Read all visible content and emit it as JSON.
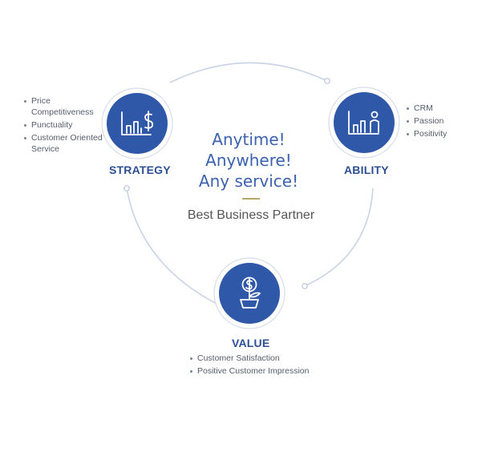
{
  "slogan": {
    "line1": "Anytime!",
    "line2": "Anywhere!",
    "line3": "Any service!"
  },
  "partner": "Best Business Partner",
  "nodes": {
    "strategy": {
      "title": "STRATEGY",
      "icon": "bar-chart-dollar-icon",
      "bullets": [
        "Price Competitiveness",
        "Punctuality",
        "Customer Oriented Service"
      ]
    },
    "ability": {
      "title": "ABILITY",
      "icon": "bar-chart-person-icon",
      "bullets": [
        "CRM",
        "Passion",
        "Positivity"
      ]
    },
    "value": {
      "title": "VALUE",
      "icon": "money-plant-icon",
      "bullets": [
        "Customer Satisfaction",
        "Positive Customer Impression"
      ]
    }
  },
  "colors": {
    "node_fill": "#2f58a8",
    "title_text": "#2e4f95",
    "slogan_text": "#3b62ae",
    "connector": "#c9d3e6",
    "divider": "#b9a66a"
  }
}
